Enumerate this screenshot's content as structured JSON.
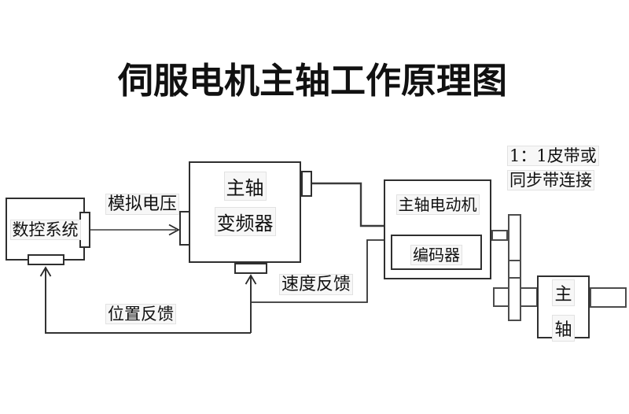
{
  "title": "伺服电机主轴工作原理图",
  "nodes": {
    "cnc": {
      "label": "数控系统"
    },
    "inverter": {
      "line1": "主轴",
      "line2": "变频器"
    },
    "motor": {
      "label": "主轴电动机"
    },
    "encoder": {
      "label": "编码器"
    },
    "spindle": {
      "line1": "主",
      "line2": "轴"
    }
  },
  "edges": {
    "analog_voltage": "模拟电压",
    "speed_feedback": "速度反馈",
    "position_feedback": "位置反馈"
  },
  "annotations": {
    "belt_note_line1": "1：1皮带或",
    "belt_note_line2": "同步带连接"
  },
  "colors": {
    "line": "#3a3a3a",
    "box_border": "#2f2f2f",
    "text": "#111111",
    "background": "#ffffff"
  }
}
